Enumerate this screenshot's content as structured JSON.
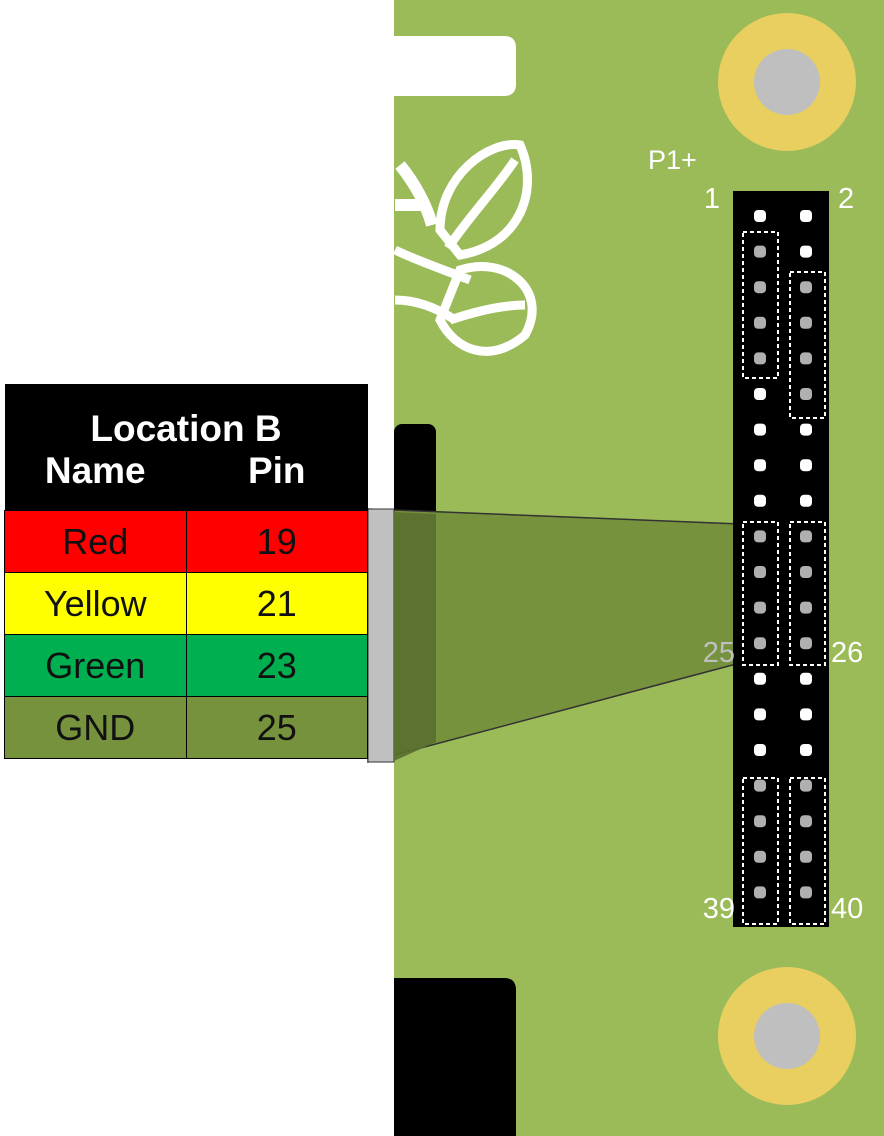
{
  "table": {
    "title": "Location B",
    "columns": {
      "name": "Name",
      "pin": "Pin"
    },
    "rows": [
      {
        "name": "Red",
        "pin": "19",
        "color": "#ff0000"
      },
      {
        "name": "Yellow",
        "pin": "21",
        "color": "#ffff00"
      },
      {
        "name": "Green",
        "pin": "23",
        "color": "#00b050"
      },
      {
        "name": "GND",
        "pin": "25",
        "color": "#76923c"
      }
    ]
  },
  "header": {
    "name": "P1+",
    "pin_labels": {
      "top_left": "1",
      "top_right": "2",
      "mid_left": "25",
      "mid_right": "26",
      "bottom_left": "39",
      "bottom_right": "40"
    }
  },
  "colors": {
    "board": "#9bbb59",
    "header_body": "#000000",
    "mounting_ring": "#e8cf5f",
    "mounting_hole": "#bfbfbf",
    "callout": "#76923c",
    "label_muted": "#bfbfbf"
  }
}
